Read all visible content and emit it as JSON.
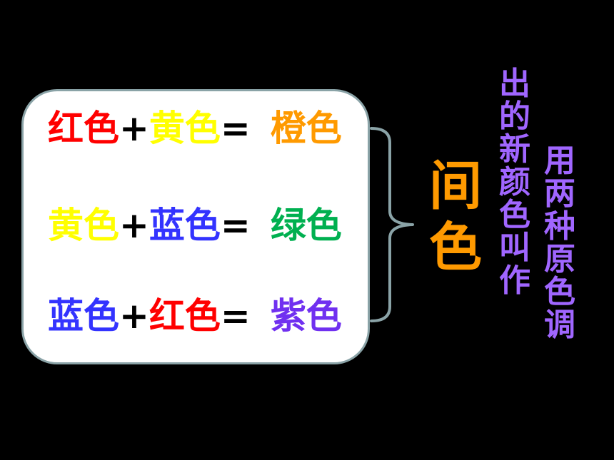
{
  "equations": [
    {
      "a": {
        "text": "红色",
        "color": "#ff0000"
      },
      "plus": "+",
      "b": {
        "text": "黄色",
        "color": "#ffff00"
      },
      "equals": "=",
      "result": {
        "text": "橙色",
        "color": "#ff9a00"
      }
    },
    {
      "a": {
        "text": "黄色",
        "color": "#ffff00"
      },
      "plus": "+",
      "b": {
        "text": "蓝色",
        "color": "#3333ff"
      },
      "equals": "=",
      "result": {
        "text": "绿色",
        "color": "#00b050"
      }
    },
    {
      "a": {
        "text": "蓝色",
        "color": "#3333ff"
      },
      "plus": "+",
      "b": {
        "text": "红色",
        "color": "#ff0000"
      },
      "equals": "=",
      "result": {
        "text": "紫色",
        "color": "#7030f0"
      }
    }
  ],
  "label": {
    "text": "间色",
    "color": "#ff9a00"
  },
  "description": {
    "col1": "出的新颜色叫作",
    "col2": "用两种原色调",
    "color": "#a066ff"
  },
  "colors": {
    "background": "#000000",
    "card": "#ffffff",
    "card_border": "#8aa3a7",
    "brace": "#8aa3a7"
  }
}
